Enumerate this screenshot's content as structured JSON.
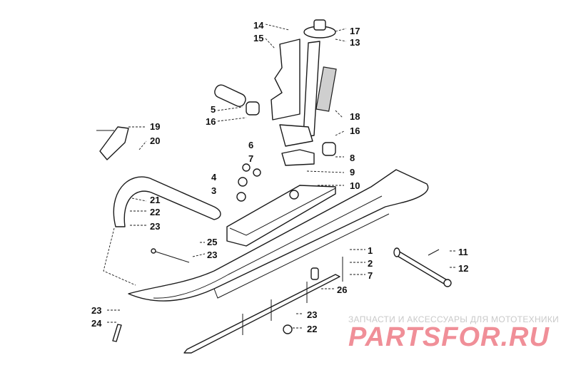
{
  "diagram": {
    "callouts": [
      "14",
      "15",
      "17",
      "13",
      "5",
      "16",
      "18",
      "19",
      "20",
      "16",
      "6",
      "7",
      "8",
      "4",
      "9",
      "3",
      "10",
      "21",
      "22",
      "23",
      "25",
      "23",
      "1",
      "11",
      "2",
      "12",
      "7",
      "26",
      "23",
      "23",
      "24",
      "22"
    ]
  },
  "watermark": {
    "subtitle": "ЗАПЧАСТИ И АКСЕССУАРЫ ДЛЯ МОТОТЕХНИКИ",
    "logo": "PARTSFOR.RU"
  },
  "colors": {
    "line": "#1a1a1a",
    "watermark_logo": "#f08f98",
    "watermark_text": "#c9c9c9"
  }
}
